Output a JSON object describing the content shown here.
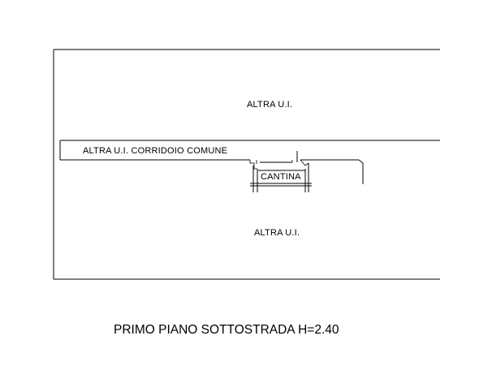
{
  "plan": {
    "rooms": {
      "upper_unit": "ALTRA U.I.",
      "corridor": "ALTRA U.I. CORRIDOIO COMUNE",
      "cellar": "CANTINA",
      "lower_unit": "ALTRA U.I."
    },
    "floor_title": "PRIMO PIANO SOTTOSTRADA H=2.40",
    "colors": {
      "line": "#000000",
      "background": "#ffffff"
    }
  }
}
